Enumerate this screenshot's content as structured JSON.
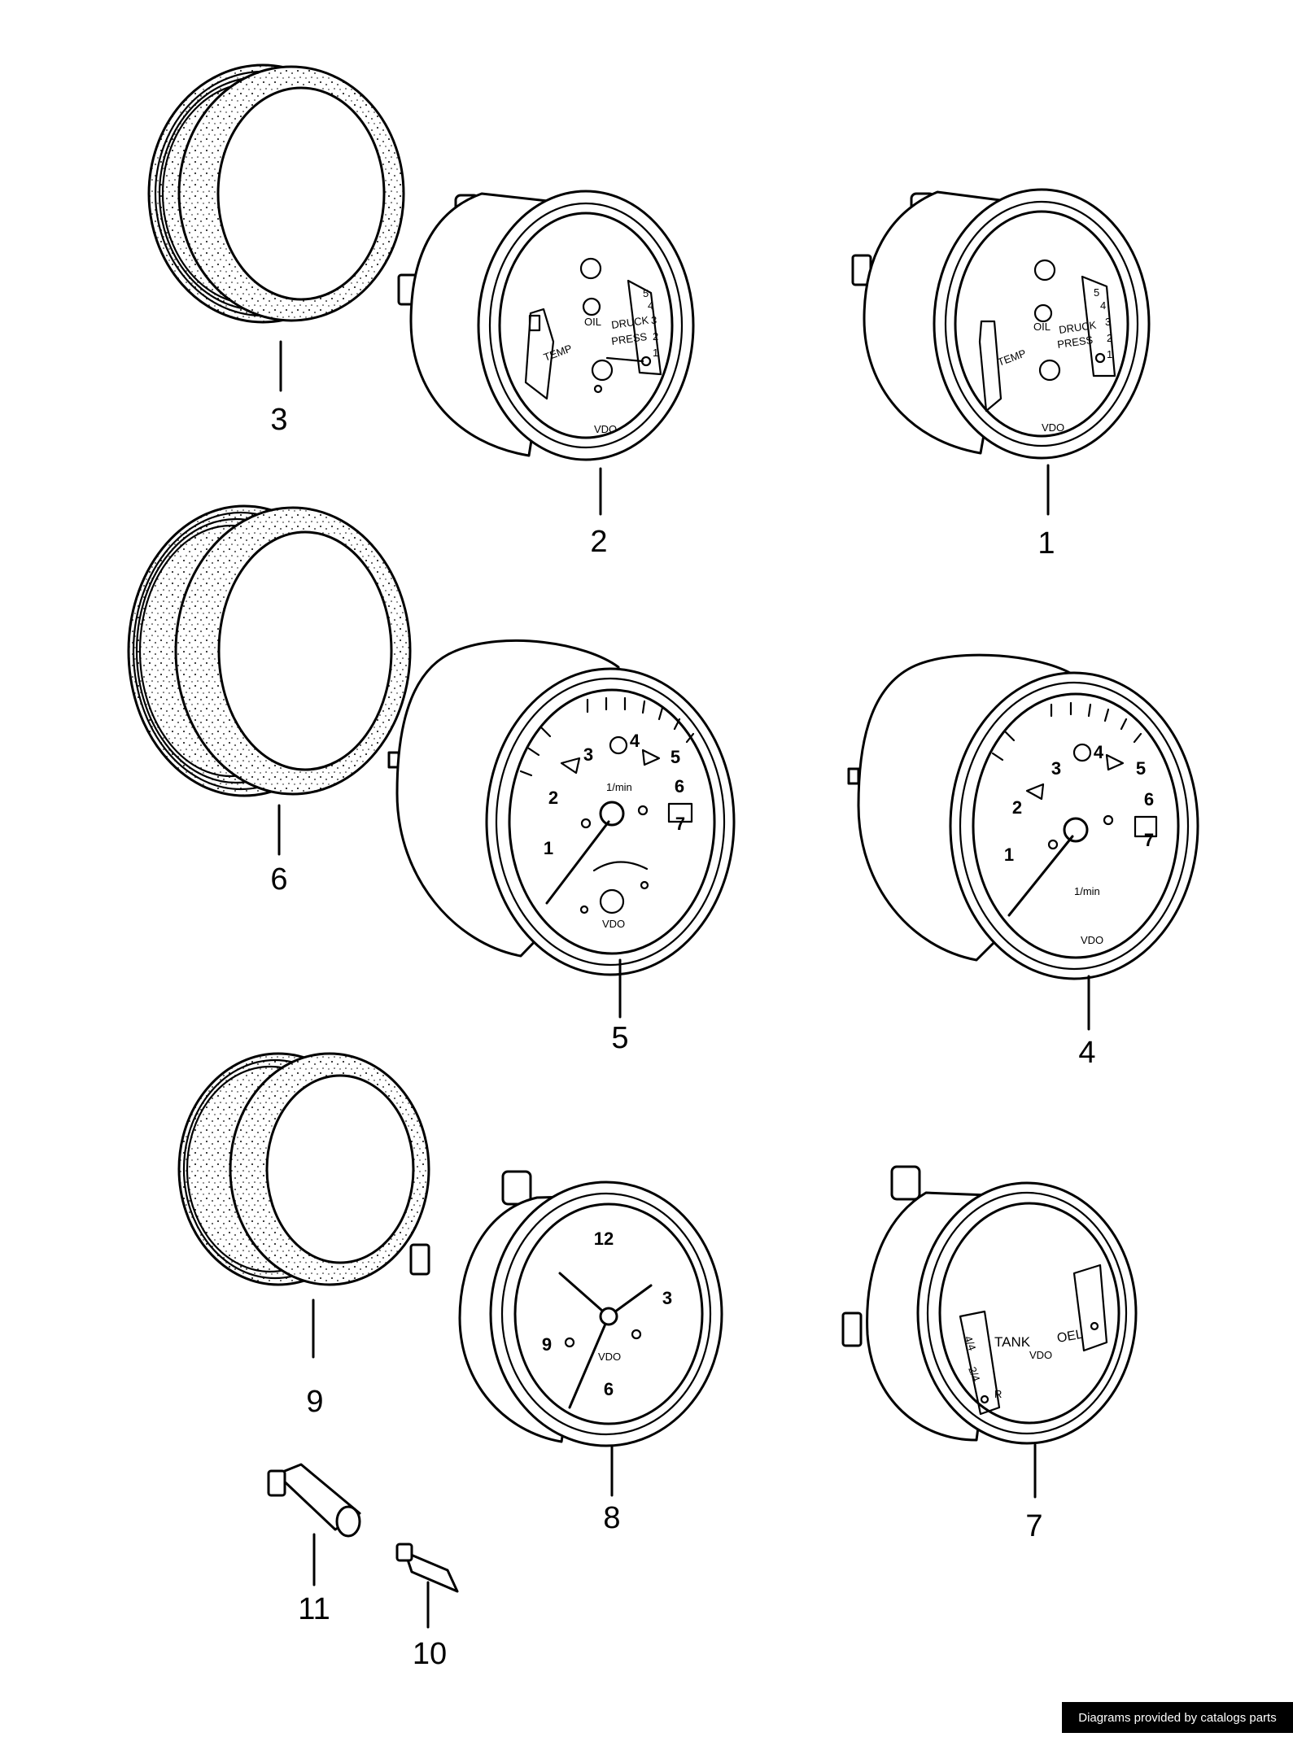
{
  "callouts": {
    "c1": "1",
    "c2": "2",
    "c3": "3",
    "c4": "4",
    "c5": "5",
    "c6": "6",
    "c7": "7",
    "c8": "8",
    "c9": "9",
    "c10": "10",
    "c11": "11"
  },
  "dial_text": {
    "temp": "TEMP",
    "oil": "OIL",
    "druck": "DRUCK",
    "press": "PRESS",
    "vdo": "VDO",
    "tank": "TANK",
    "oel": "OEL",
    "rpm": "1/min",
    "tank_quarter_4": "4/4",
    "tank_quarter_2": "2/4",
    "tank_res": "R"
  },
  "pressure_scale": [
    "1",
    "2",
    "3",
    "4",
    "5"
  ],
  "tach_scale": [
    "1",
    "2",
    "3",
    "4",
    "5",
    "6",
    "7"
  ],
  "clock_scale": [
    "12",
    "3",
    "6",
    "9"
  ],
  "credit": "Diagrams provided by catalogs parts"
}
